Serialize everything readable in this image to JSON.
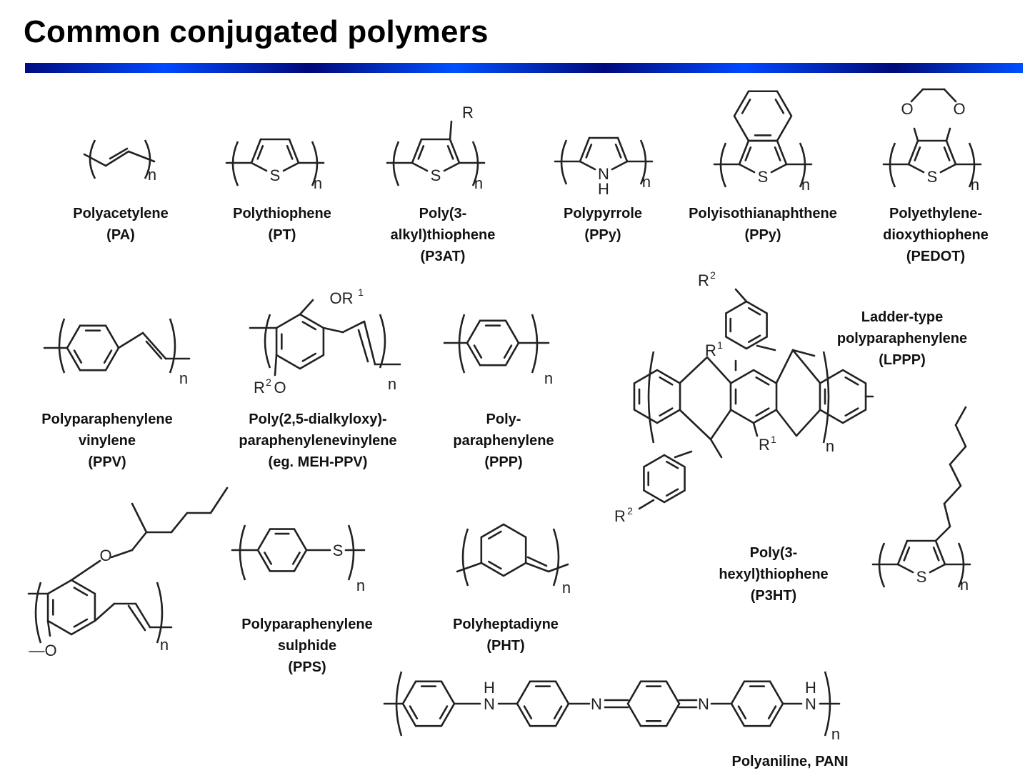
{
  "title": "Common conjugated polymers",
  "accent_bar_colors": [
    "#000c80",
    "#0050ff"
  ],
  "labels": {
    "pa": [
      "Polyacetylene",
      "(PA)"
    ],
    "pt": [
      "Polythiophene",
      "(PT)"
    ],
    "p3at": [
      "Poly(3-",
      "alkyl)thiophene",
      "(P3AT)"
    ],
    "ppy": [
      "Polypyrrole",
      "(PPy)"
    ],
    "pitn": [
      "Polyisothianaphthene",
      "(PPy)"
    ],
    "pedot": [
      "Polyethylene-",
      "dioxythiophene",
      "(PEDOT)"
    ],
    "ppv": [
      "Polyparaphenylene",
      "vinylene",
      "(PPV)"
    ],
    "mehppv": [
      "Poly(2,5-dialkyloxy)-",
      "paraphenylenevinylene",
      "(eg. MEH-PPV)"
    ],
    "ppp": [
      "Poly-",
      "paraphenylene",
      "(PPP)"
    ],
    "lppp": [
      "Ladder-type",
      "polyparaphenylene",
      "(LPPP)"
    ],
    "pps": [
      "Polyparaphenylene",
      "sulphide",
      "(PPS)"
    ],
    "pht": [
      "Polyheptadiyne",
      "(PHT)"
    ],
    "p3ht": [
      "Poly(3-",
      "hexyl)thiophene",
      "(P3HT)"
    ],
    "pani": [
      "Polyaniline, PANI"
    ]
  },
  "atoms": {
    "n": "n",
    "S": "S",
    "N": "N",
    "H": "H",
    "O": "O",
    "R": "R",
    "OR": "OR",
    "RO_R": "R",
    "RO_O": "O",
    "one": "1",
    "two": "2",
    "dashO": "—O"
  }
}
